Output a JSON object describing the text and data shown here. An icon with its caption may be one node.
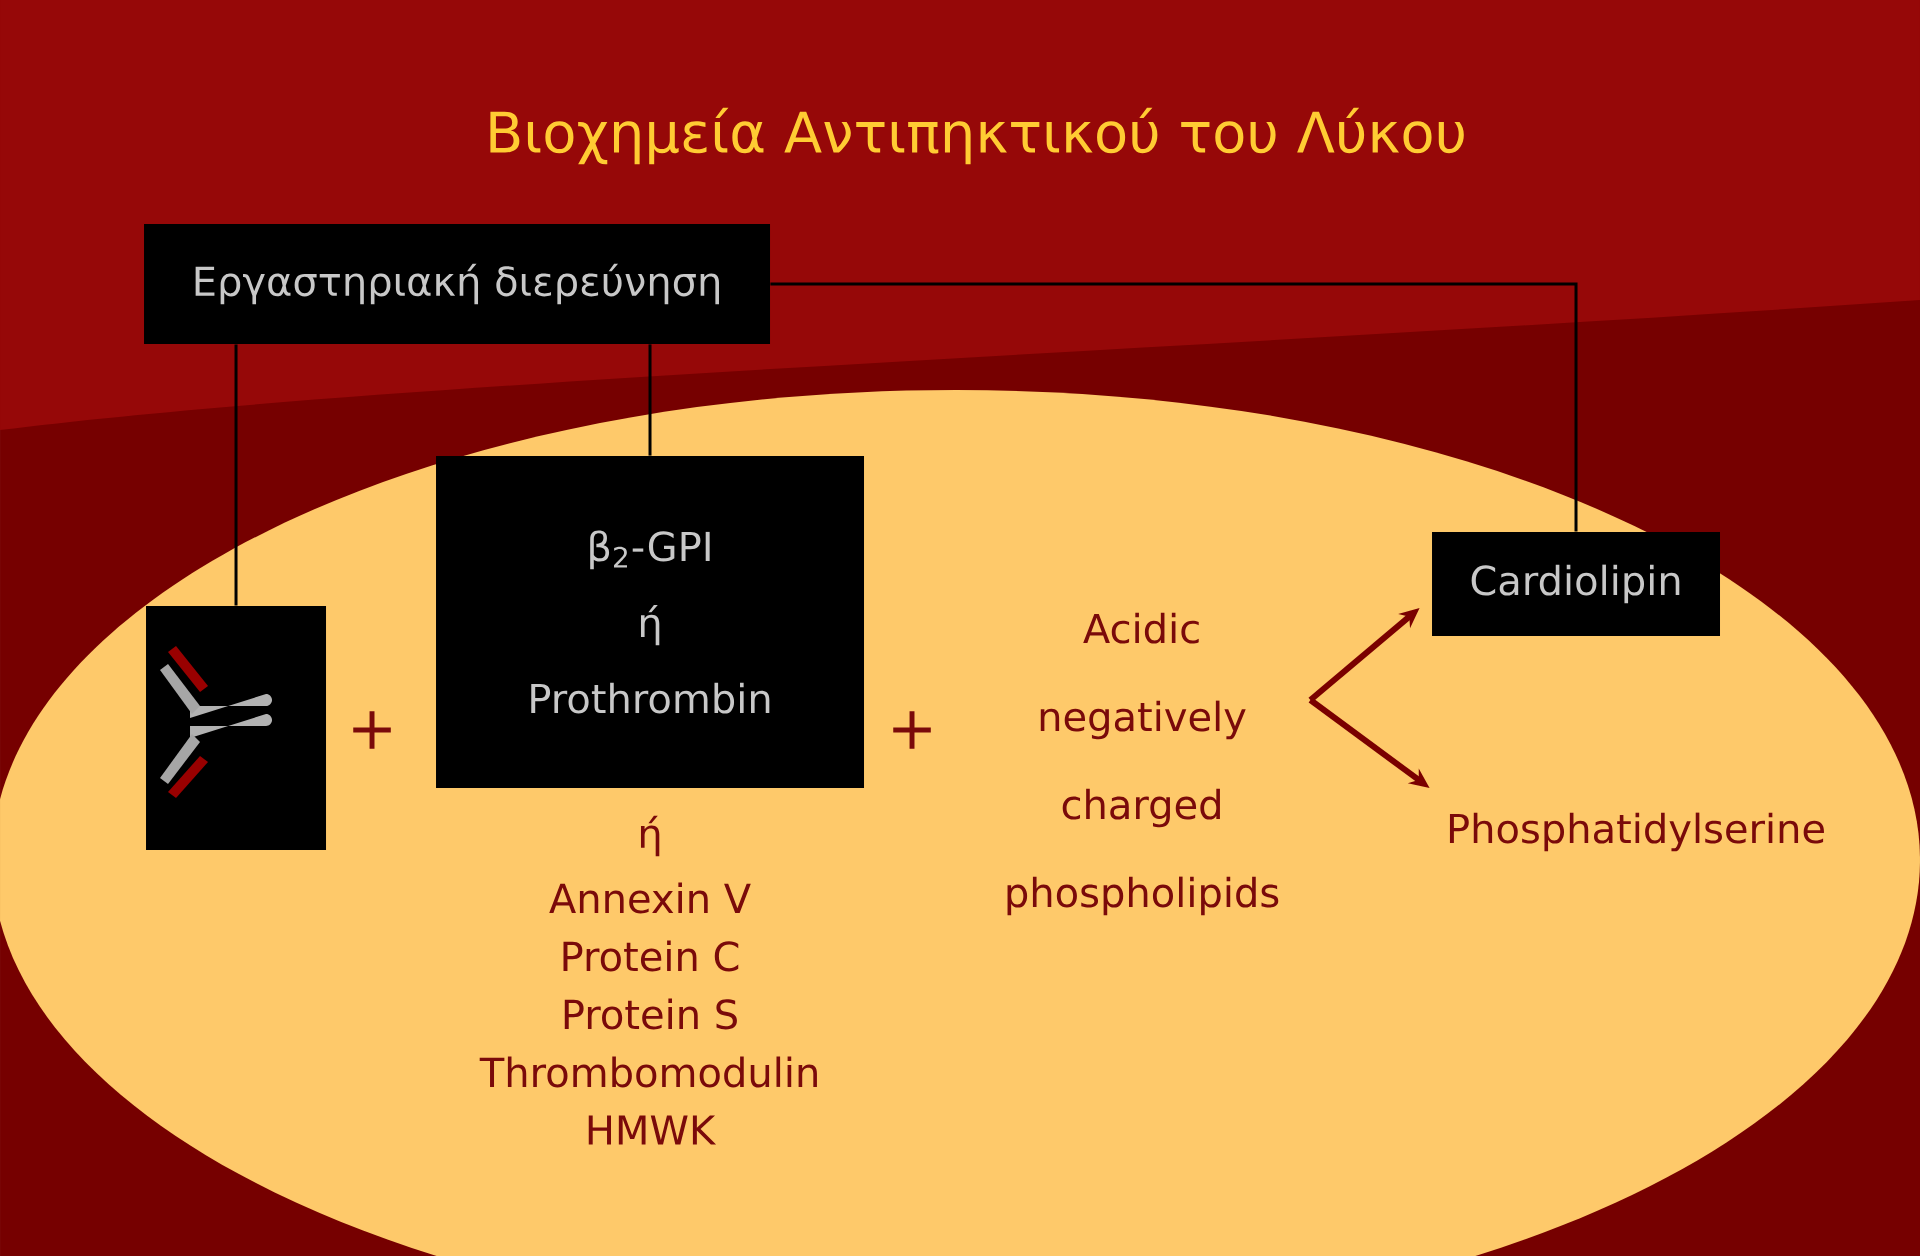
{
  "diagram": {
    "title": "Βιοχημεία Αντιπηκτικού του Λύκου",
    "nodes": [
      {
        "text": [
          "Εργαστηριακή διερεύνηση"
        ]
      },
      {
        "text": [],
        "shape": "picture"
      },
      {
        "text": [
          "β$_{2}$-GPI",
          "ή",
          "Prothrombin"
        ]
      },
      {
        "text": [
          "Acidic negatively charged phospholipids"
        ]
      },
      {
        "text": [
          "Cardiolipin"
        ]
      },
      {
        "text": [
          "Phosphatidylserine"
        ]
      }
    ],
    "edges": [
      {
        "from": 0,
        "to": 1,
        "arrow": "none"
      },
      {
        "from": 0,
        "to": 2,
        "arrow": "none"
      },
      {
        "from": 0,
        "to": 4,
        "arrow": "none"
      },
      {
        "from": 3,
        "to": 4,
        "arrow": "to",
        "style": "thick",
        "color": "#7a0000"
      },
      {
        "from": 3,
        "to": 5,
        "arrow": "to",
        "style": "thick",
        "color": "#7a0000"
      }
    ],
    "labels": [
      "+",
      "+",
      "ή",
      "Annexin V",
      "Protein C",
      "Protein S",
      "Thrombomodulin",
      "HMWK"
    ]
  }
}
